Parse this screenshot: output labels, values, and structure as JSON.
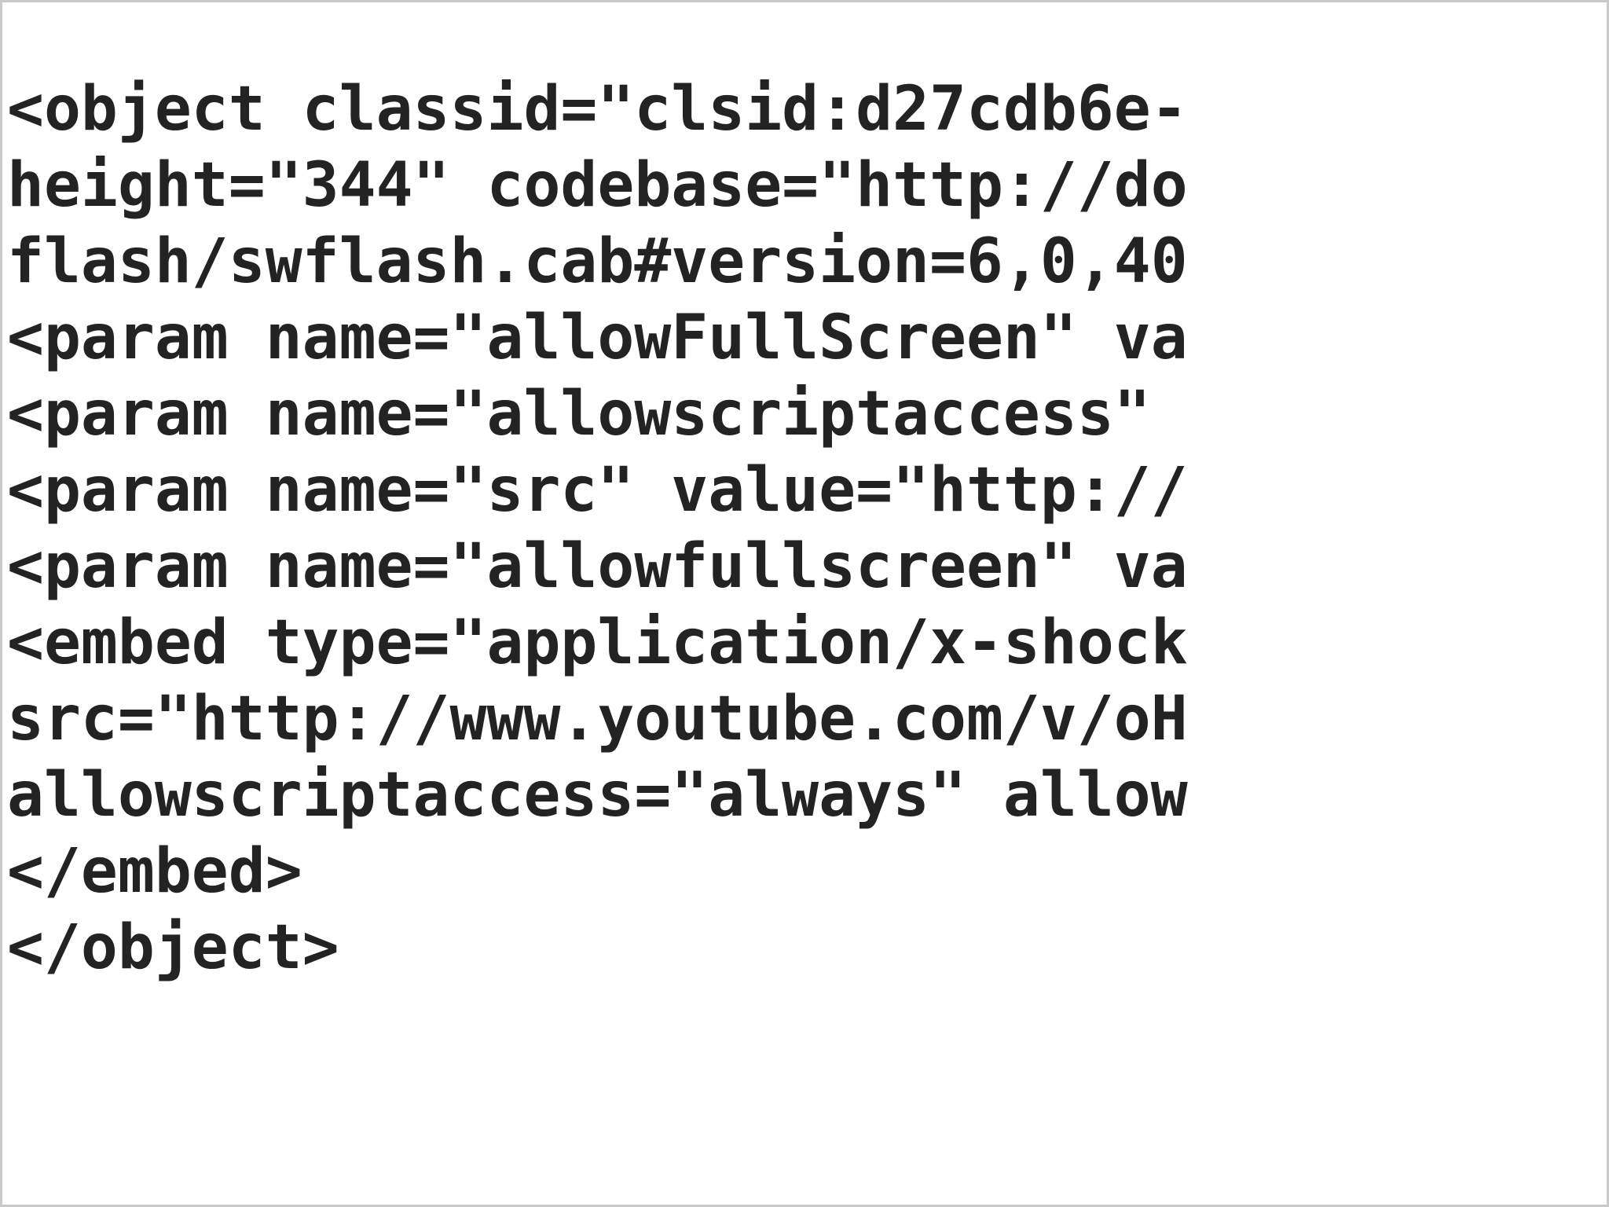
{
  "document": {
    "kind": "code-snippet",
    "language": "html",
    "background_color": "#ffffff",
    "text_color": "#232323",
    "border_color": "#c9c9c9",
    "clipped_right_edge": true,
    "lines": [
      "<object classid=\"clsid:d27cdb6e-",
      "height=\"344\" codebase=\"http://do",
      "flash/swflash.cab#version=6,0,40",
      "<param name=\"allowFullScreen\" va",
      "<param name=\"allowscriptaccess\" ",
      "<param name=\"src\" value=\"http://",
      "<param name=\"allowfullscreen\" va",
      "<embed type=\"application/x-shock",
      "src=\"http://www.youtube.com/v/oH",
      "allowscriptaccess=\"always\" allow",
      "</embed>",
      "</object>"
    ]
  }
}
